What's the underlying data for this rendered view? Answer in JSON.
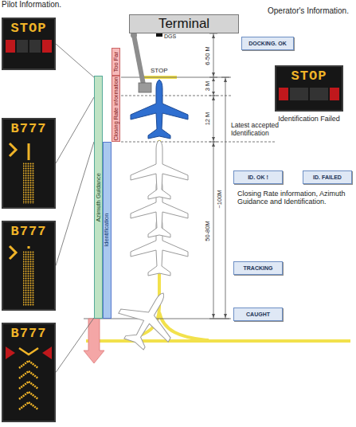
{
  "diagram": {
    "nodes": [
      {
        "text": [
          "Terminal"
        ]
      },
      {
        "text": [
          "STOP"
        ]
      },
      {
        "text": [
          "Too Far"
        ]
      },
      {
        "text": [
          "Closing Rate information"
        ]
      },
      {
        "text": [
          "Azimuth Guidance"
        ]
      },
      {
        "text": [
          "Identification"
        ]
      },
      {
        "text": [
          "B777"
        ]
      },
      {
        "text": [
          "B777"
        ]
      },
      {
        "text": [
          "B777"
        ]
      },
      {
        "text": [
          "DOCKING. OK"
        ]
      },
      {
        "text": [
          "STOP",
          "Identification Failed"
        ]
      },
      {
        "text": [
          "ID. OK !"
        ]
      },
      {
        "text": [
          "ID. FAILED"
        ]
      },
      {
        "text": [
          "TRACKING"
        ]
      },
      {
        "text": [
          "CAUGHT"
        ]
      }
    ],
    "edges": [
      {
        "from": 1,
        "to": 4,
        "arrow": "none"
      },
      {
        "from": 6,
        "to": 4,
        "arrow": "none"
      },
      {
        "from": 7,
        "to": 4,
        "arrow": "none"
      },
      {
        "from": 8,
        "to": 4,
        "arrow": "none"
      }
    ],
    "labels": [
      "Pilot Information.",
      "Operator's Information.",
      "DGS",
      "STOP",
      "6-50 M",
      "3 M",
      "12 M",
      "50-80M",
      "~100M",
      "Latest accepted Identification",
      "Closing Rate information, Azimuth Guidance and Identification."
    ]
  }
}
